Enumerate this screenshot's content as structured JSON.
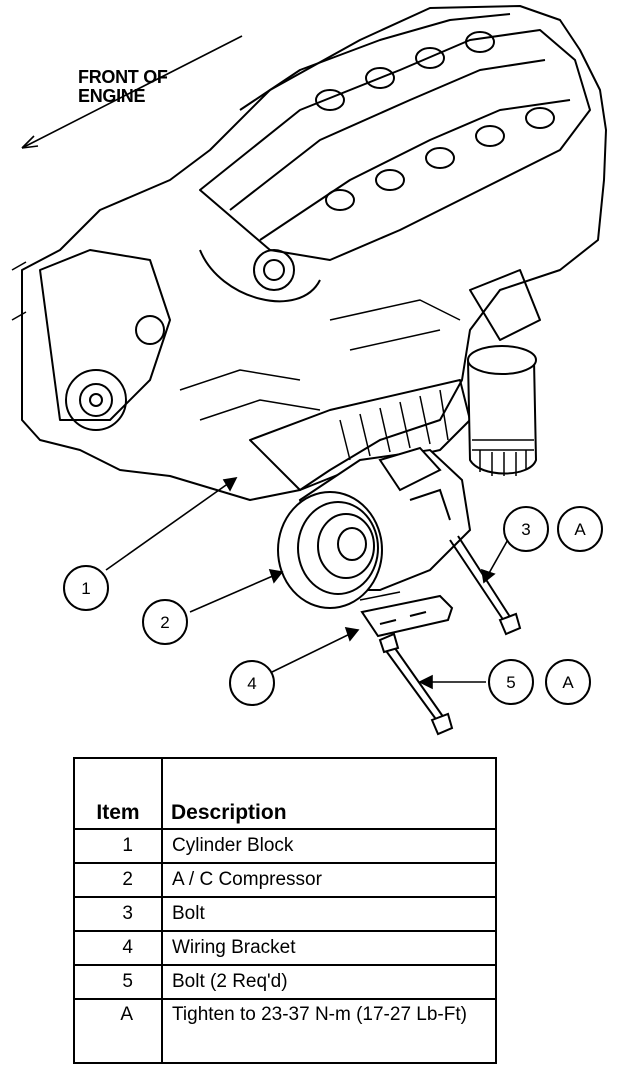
{
  "front_label": [
    "FRONT OF",
    "ENGINE"
  ],
  "callouts": [
    "1",
    "2",
    "3",
    "A",
    "4",
    "5",
    "A"
  ],
  "table": {
    "headers": [
      "Item",
      "Description"
    ],
    "rows": [
      {
        "item": "1",
        "description": "Cylinder Block"
      },
      {
        "item": "2",
        "description": "A / C Compressor"
      },
      {
        "item": "3",
        "description": "Bolt"
      },
      {
        "item": "4",
        "description": "Wiring Bracket"
      },
      {
        "item": "5",
        "description": "Bolt (2 Req'd)"
      },
      {
        "item": "A",
        "description": "Tighten to 23-37 N-m (17-27 Lb-Ft)"
      }
    ]
  }
}
